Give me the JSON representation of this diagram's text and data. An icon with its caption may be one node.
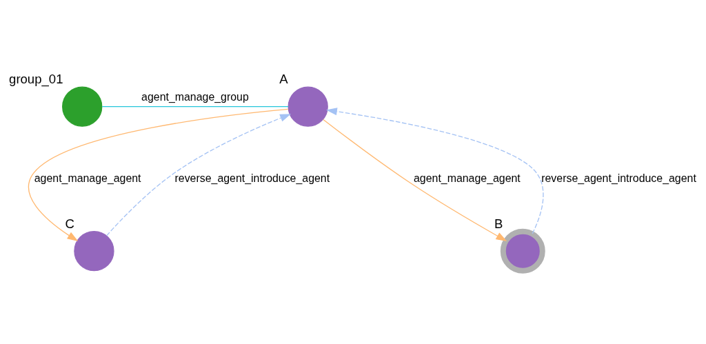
{
  "diagram": {
    "nodes": [
      {
        "text": [
          "group_01"
        ]
      },
      {
        "text": [
          "A"
        ]
      },
      {
        "text": [
          "C"
        ]
      },
      {
        "text": [
          "B"
        ]
      }
    ],
    "edges": [
      {
        "from": 0,
        "to": 1,
        "arrow": "none",
        "label": "agent_manage_group",
        "color": "#26c6da"
      },
      {
        "from": 2,
        "to": 1,
        "arrow": "to",
        "label": "reverse_agent_introduce_agent",
        "style": "dashed",
        "color": "#a4c2f4"
      },
      {
        "from": 1,
        "to": 2,
        "arrow": "to",
        "label": "agent_manage_agent",
        "color": "#ffb870"
      },
      {
        "from": 1,
        "to": 3,
        "arrow": "to",
        "label": "agent_manage_agent",
        "color": "#ffb870"
      },
      {
        "from": 3,
        "to": 1,
        "arrow": "to",
        "label": "reverse_agent_introduce_agent",
        "style": "dashed",
        "color": "#a4c2f4"
      }
    ]
  }
}
